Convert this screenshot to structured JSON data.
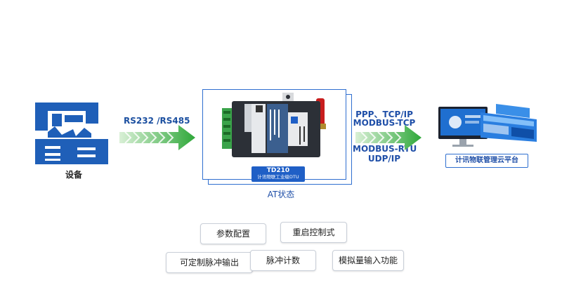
{
  "machine": {
    "label": "设备"
  },
  "left_arrow": {
    "label": "RS232 /RS485"
  },
  "device": {
    "tag_line1": "TD210",
    "tag_line2": "计讯物联工业级DTU",
    "status_label": "AT状态"
  },
  "protocols": {
    "top": [
      "PPP、TCP/IP",
      "MODBUS-TCP"
    ],
    "bottom": [
      "MODBUS-RTU",
      "UDP/IP"
    ]
  },
  "cloud": {
    "label": "计讯物联管理云平台"
  },
  "features": [
    "参数配置",
    "重启控制式",
    "可定制脉冲输出",
    "脉冲计数",
    "模拟量输入功能"
  ],
  "colors": {
    "accent_blue": "#1f5fc6",
    "arrow_green": "#2fa83a"
  }
}
